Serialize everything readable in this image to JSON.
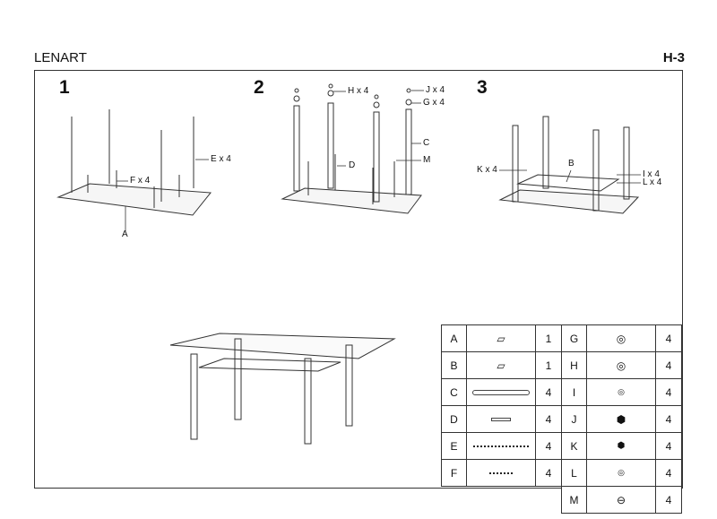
{
  "header": {
    "title": "LENART",
    "code": "H-3"
  },
  "steps": [
    {
      "number": "1",
      "labels": {
        "a": "A",
        "e": "E x 4",
        "f": "F x 4"
      }
    },
    {
      "number": "2",
      "labels": {
        "h": "H x 4",
        "j": "J x 4",
        "g": "G x 4",
        "c": "C",
        "d": "D",
        "m": "M"
      }
    },
    {
      "number": "3",
      "labels": {
        "k": "K x 4",
        "b": "B",
        "i": "I x 4",
        "l": "L x 4"
      }
    }
  ],
  "parts_left": [
    {
      "letter": "A",
      "qty": "1"
    },
    {
      "letter": "B",
      "qty": "1"
    },
    {
      "letter": "C",
      "qty": "4"
    },
    {
      "letter": "D",
      "qty": "4"
    },
    {
      "letter": "E",
      "qty": "4"
    },
    {
      "letter": "F",
      "qty": "4"
    }
  ],
  "parts_right": [
    {
      "letter": "G",
      "qty": "4"
    },
    {
      "letter": "H",
      "qty": "4"
    },
    {
      "letter": "I",
      "qty": "4"
    },
    {
      "letter": "J",
      "qty": "4"
    },
    {
      "letter": "K",
      "qty": "4"
    },
    {
      "letter": "L",
      "qty": "4"
    },
    {
      "letter": "M",
      "qty": "4"
    }
  ]
}
